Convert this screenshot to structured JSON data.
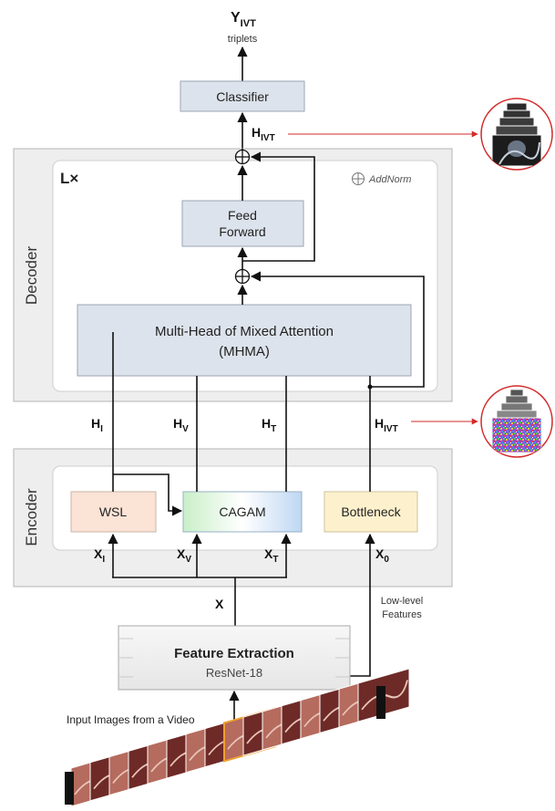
{
  "output": {
    "symbol": "Y",
    "subscript": "IVT",
    "caption": "triplets"
  },
  "classifier": {
    "label": "Classifier"
  },
  "h_ivt_top": {
    "symbol": "H",
    "subscript": "IVT"
  },
  "decoder": {
    "side_label": "Decoder",
    "repeat": "L×",
    "addnorm_legend": "AddNorm",
    "feed_forward": [
      "Feed",
      "Forward"
    ],
    "mhma": [
      "Multi-Head of Mixed Attention",
      "(MHMA)"
    ]
  },
  "hidden": {
    "h_i": {
      "symbol": "H",
      "subscript": "I"
    },
    "h_v": {
      "symbol": "H",
      "subscript": "V"
    },
    "h_t": {
      "symbol": "H",
      "subscript": "T"
    },
    "h_ivt": {
      "symbol": "H",
      "subscript": "IVT"
    }
  },
  "encoder": {
    "side_label": "Encoder",
    "wsl": "WSL",
    "cagam": "CAGAM",
    "bottleneck": "Bottleneck"
  },
  "inputs": {
    "x_i": {
      "symbol": "X",
      "subscript": "I"
    },
    "x_v": {
      "symbol": "X",
      "subscript": "V"
    },
    "x_t": {
      "symbol": "X",
      "subscript": "T"
    },
    "x_0": {
      "symbol": "X",
      "subscript": "0"
    },
    "x": "X"
  },
  "low_level": [
    "Low-level",
    "Features"
  ],
  "feature_extraction": {
    "title": "Feature Extraction",
    "subtitle": "ResNet-18"
  },
  "input_caption": "Input Images from a Video",
  "colors": {
    "panel_bg": "#eeeeee",
    "panel_border": "#b4b4b4",
    "block_fill": "#dde3ec",
    "block_border": "#9aa6b4",
    "wsl_fill": "#fbe3d6",
    "bottleneck_fill": "#fdf1cd",
    "cagam_left": "#c9efc8",
    "cagam_right": "#bed7f2",
    "red_accent": "#d42a2a",
    "frame_dark": "#6e2a26",
    "frame_light": "#b56b5e"
  }
}
